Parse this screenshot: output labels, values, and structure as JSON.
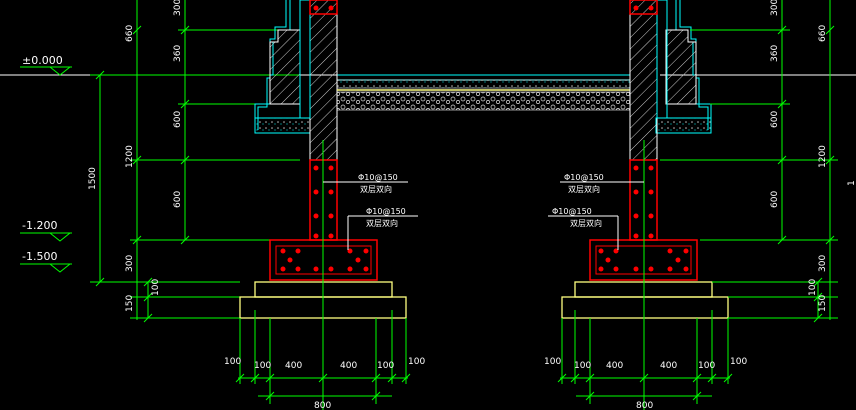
{
  "elevations": [
    "±0.000",
    "-1.200",
    "-1.500"
  ],
  "dims_left_vertical": [
    "300",
    "660",
    "360",
    "600",
    "1200",
    "600",
    "1500",
    "300",
    "100",
    "150"
  ],
  "dims_right_vertical": [
    "300",
    "660",
    "360",
    "600",
    "1200",
    "600",
    "300",
    "100",
    "150"
  ],
  "dims_right_edge_partial": "1",
  "rebar_labels_left": [
    "Φ10@150",
    "双层双向",
    "Φ10@150",
    "双层双向"
  ],
  "rebar_labels_right": [
    "Φ10@150",
    "双层双向",
    "Φ10@150",
    "双层双向"
  ],
  "dims_bottom_left": [
    "100",
    "100",
    "400",
    "400",
    "100",
    "100",
    "800"
  ],
  "dims_bottom_right": [
    "100",
    "100",
    "400",
    "400",
    "100",
    "100",
    "800"
  ],
  "colors": {
    "background": "#000000",
    "dimension": "#00ff00",
    "wall_outline": "#ffffff",
    "concrete_outline": "#ff0000",
    "rebar": "#ff0000",
    "cushion": "#ffff80",
    "waterproof": "#00ffff",
    "text": "#ffffff"
  }
}
